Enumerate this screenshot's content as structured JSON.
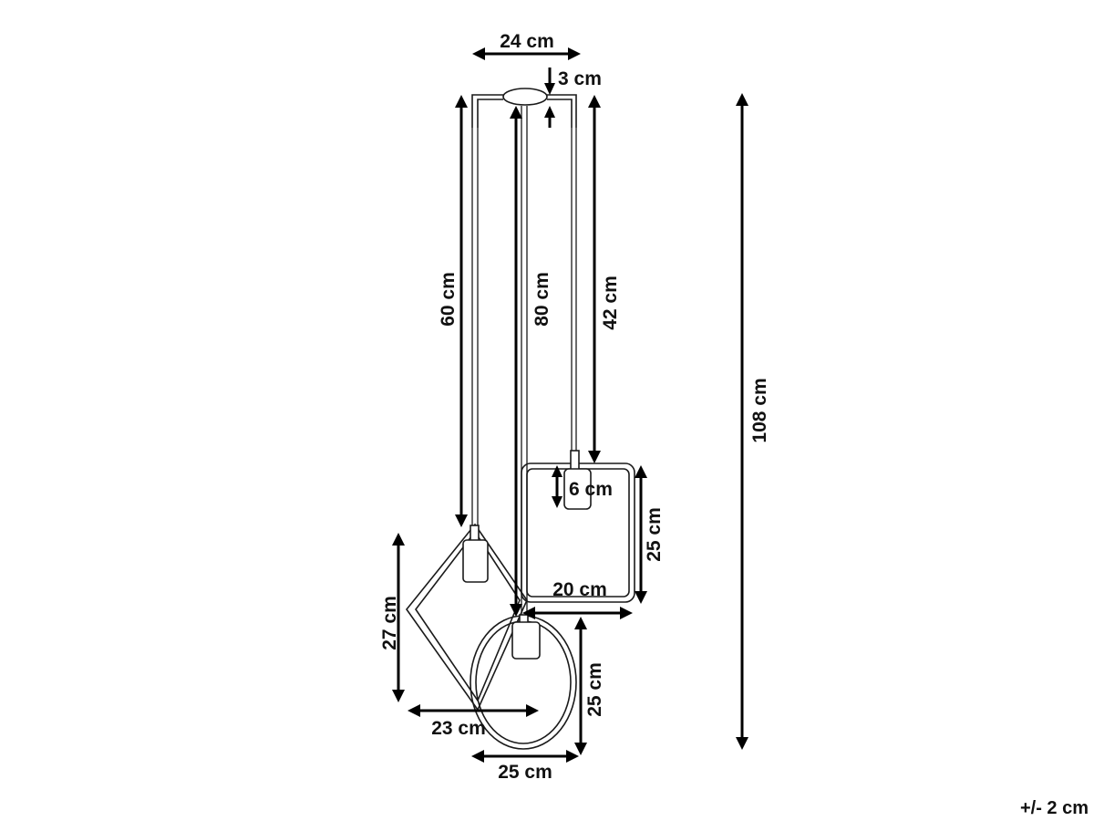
{
  "dimensions": {
    "canopy_width": "24 cm",
    "canopy_height": "3 cm",
    "cord_left": "60 cm",
    "cord_middle": "80 cm",
    "cord_right": "42 cm",
    "total_height": "108 cm",
    "socket_height": "6 cm",
    "rectangle_height": "25 cm",
    "rectangle_width": "20 cm",
    "diamond_height": "27 cm",
    "diamond_width": "23 cm",
    "ring_height": "25 cm",
    "ring_width": "25 cm"
  },
  "tolerance": "+/- 2 cm"
}
